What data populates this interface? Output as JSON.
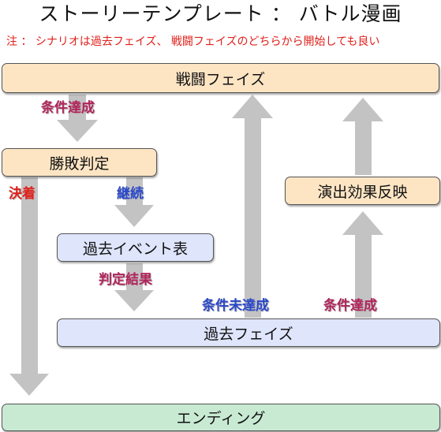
{
  "title": "ストーリーテンプレート ： バトル漫画",
  "note": "注 ： シナリオは過去フェイズ、 戦闘フェイズのどちらから開始しても良い",
  "boxes": {
    "battle_phase": "戦闘フェイズ",
    "decision": "勝敗判定",
    "effect_reflect": "演出効果反映",
    "past_event_table": "過去イベント表",
    "past_phase": "過去フェイズ",
    "ending": "エンディング"
  },
  "labels": {
    "cond_achieved_top": "条件達成",
    "settled": "決着",
    "continue": "継続",
    "judge_result": "判定結果",
    "cond_unachieved": "条件未達成",
    "cond_achieved_right": "条件達成"
  },
  "colors": {
    "orange_box": "#fde5c4",
    "blue_box": "#dfe5fb",
    "green_box": "#c8ead3",
    "arrow": "#c3c3c3",
    "magenta_label": "#b0245a",
    "red_label": "#e0201a",
    "blue_label": "#2a47c8"
  }
}
